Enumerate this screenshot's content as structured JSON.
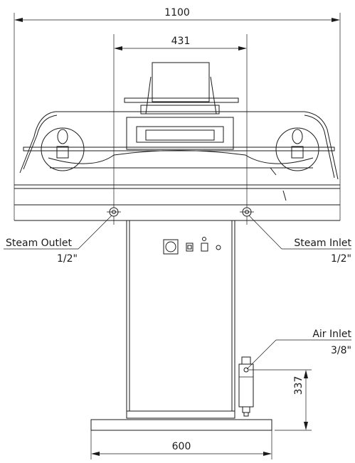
{
  "dimensions": {
    "overall_width": "1100",
    "center_spacing": "431",
    "base_width": "600",
    "air_inlet_height": "337"
  },
  "connections": {
    "steam_outlet": {
      "label": "Steam Outlet",
      "size": "1/2\""
    },
    "steam_inlet": {
      "label": "Steam Inlet",
      "size": "1/2\""
    },
    "air_inlet": {
      "label": "Air Inlet",
      "size": "3/8\""
    }
  }
}
